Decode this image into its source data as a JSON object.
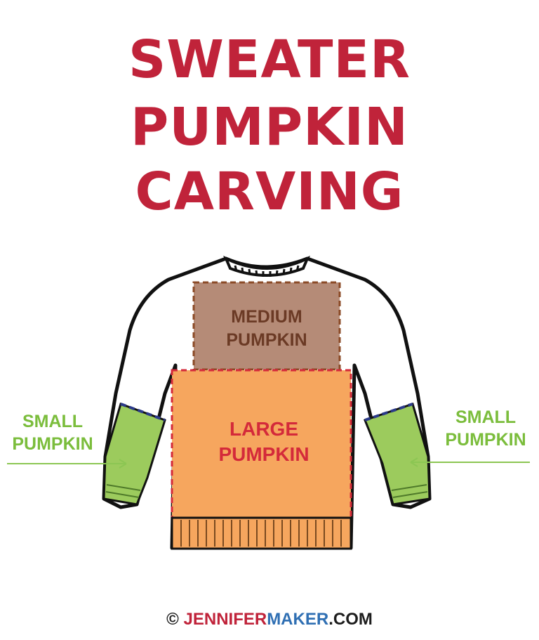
{
  "title": {
    "line1": "SWEATER",
    "line2": "PUMPKIN",
    "line3": "CARVING"
  },
  "labels": {
    "medium": [
      "MEDIUM",
      "PUMPKIN"
    ],
    "large": [
      "LARGE",
      "PUMPKIN"
    ],
    "small_left": [
      "SMALL",
      "PUMPKIN"
    ],
    "small_right": [
      "SMALL",
      "PUMPKIN"
    ]
  },
  "footer": {
    "copyright": "©",
    "part1": "JENNIFER",
    "part2": "MAKER",
    "part3": ".COM"
  },
  "colors": {
    "title": "#c0233a",
    "medium_fill": "#b58b77",
    "medium_text": "#6b3a25",
    "large_fill": "#f6a65e",
    "large_text": "#d42a3a",
    "small_fill": "#9ccb5d",
    "small_text": "#7bbd3c"
  }
}
